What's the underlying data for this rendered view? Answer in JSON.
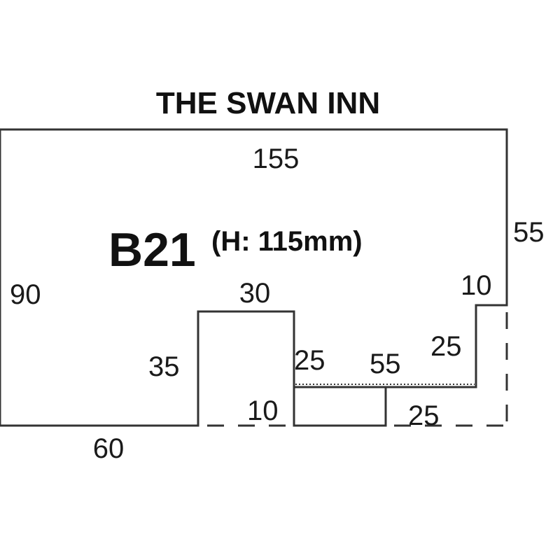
{
  "title": "THE SWAN INN",
  "code": "B21",
  "height": "(H: 115mm)",
  "dims": {
    "top": "155",
    "right": "55",
    "left": "90",
    "bottom_left": "60",
    "notch_top": "30",
    "notch_left": "35",
    "notch_right": "25",
    "step_left": "10",
    "mid_top": "55",
    "right_step": "10",
    "right_step_height": "25",
    "bottom_right": "25"
  }
}
